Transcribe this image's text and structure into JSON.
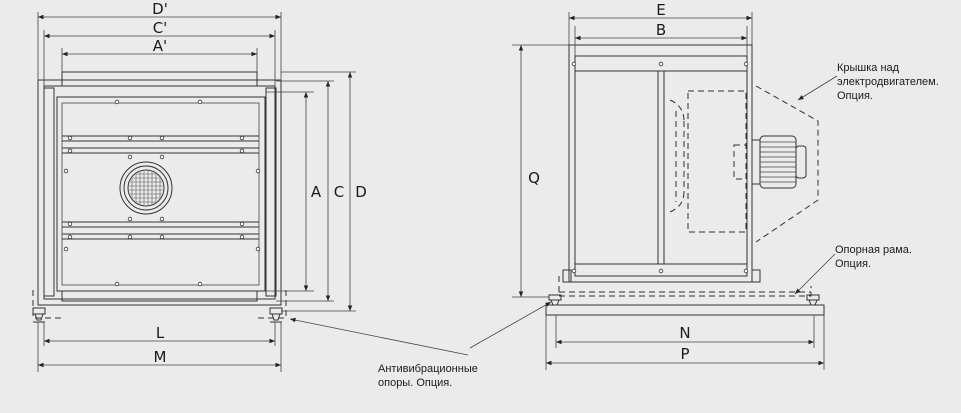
{
  "diagram": {
    "front_view": {
      "labels": {
        "d_prime": "D'",
        "c_prime": "C'",
        "a_prime": "A'",
        "a": "A",
        "c": "C",
        "d": "D",
        "l": "L",
        "m": "M"
      }
    },
    "side_view": {
      "labels": {
        "e": "E",
        "b": "B",
        "q": "Q",
        "n": "N",
        "p": "P"
      }
    },
    "notes": {
      "motor_cover": [
        "Крышка над",
        "электродвигателем.",
        "Опция."
      ],
      "support_frame": [
        "Опорная рама.",
        "Опция."
      ],
      "vibration_mounts": [
        "Антивибрационные",
        "опоры. Опция."
      ]
    }
  }
}
